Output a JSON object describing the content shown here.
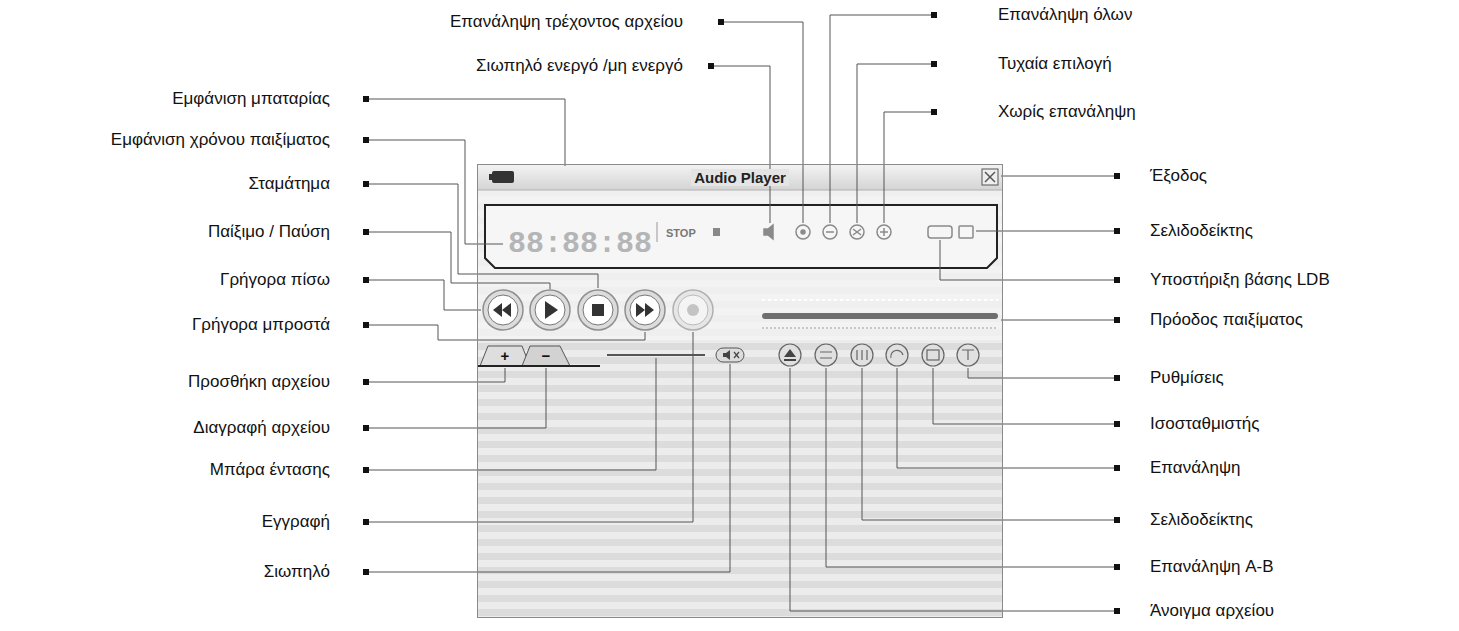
{
  "diagram": {
    "nodes": [
      {
        "text": [
          "Audio Player"
        ]
      },
      {
        "text": [
          "88:88:88",
          "STOP"
        ],
        "in": 0
      }
    ],
    "labels": [
      "Εμφάνιση μπαταρίας",
      "Εμφάνιση χρόνου παιξίματος",
      "Σταμάτημα",
      "Παίξιμο / Παύση",
      "Γρήγορα πίσω",
      "Γρήγορα μπροστά",
      "Προσθήκη αρχείου",
      "Διαγραφή αρχείου",
      "Μπάρα έντασης",
      "Εγγραφή",
      "Σιωπηλό",
      "Επανάληψη τρέχοντος αρχείου",
      "Σιωπηλό ενεργό /μη ενεργό",
      "Επανάληψη όλων",
      "Τυχαία επιλογή",
      "Χωρίς επανάληψη",
      "Έξοδος",
      "Σελιδοδείκτης",
      "Υποστήριξη βάσης LDB",
      "Πρόοδος παιξίματος",
      "Ρυθμίσεις",
      "Ισοσταθμιστής",
      "Επανάληψη",
      "Σελιδοδείκτης",
      "Επανάληψη A-B",
      "Άνοιγμα αρχείου",
      "+",
      "−"
    ]
  }
}
